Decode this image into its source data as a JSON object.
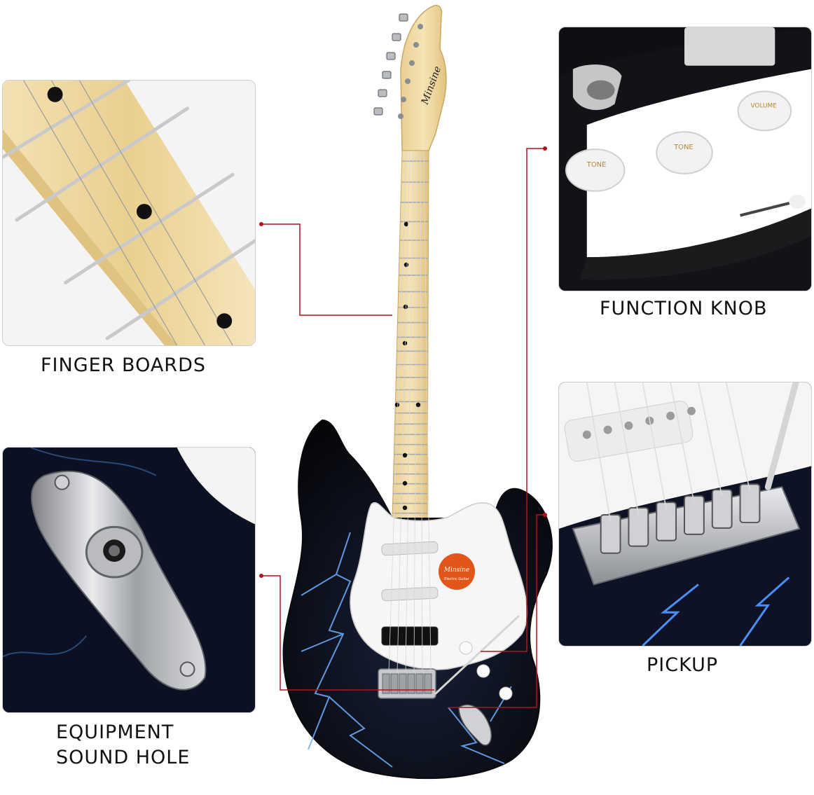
{
  "brand": "Minsine",
  "captions": {
    "finger_boards": "FINGER BOARDS",
    "function_knob": "FUNCTION KNOB",
    "equipment_line1": "EQUIPMENT",
    "equipment_line2": "SOUND HOLE",
    "pickup": "PICKUP"
  },
  "knob_labels": {
    "volume": "VOLUME",
    "tone": "TONE"
  },
  "sticker": {
    "brand": "Minsine",
    "line": "Electric Guitar"
  },
  "colors": {
    "leader_line": "#b0141b",
    "maple": "#f1dcaa",
    "body_black": "#0b0b0d",
    "lightning": "#5aa0ff",
    "sticker": "#e2561a"
  }
}
